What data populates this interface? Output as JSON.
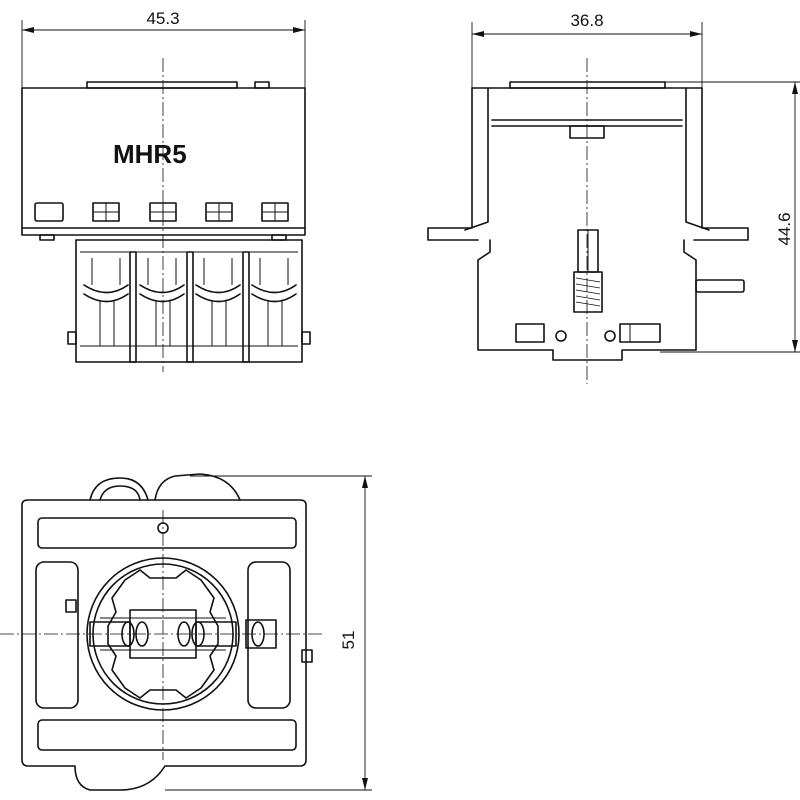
{
  "front_view": {
    "model_label": "MHR5",
    "width_dimension": "45.3"
  },
  "side_view": {
    "width_dimension": "36.8",
    "height_dimension": "44.6"
  },
  "bottom_view": {
    "depth_dimension": "51"
  }
}
